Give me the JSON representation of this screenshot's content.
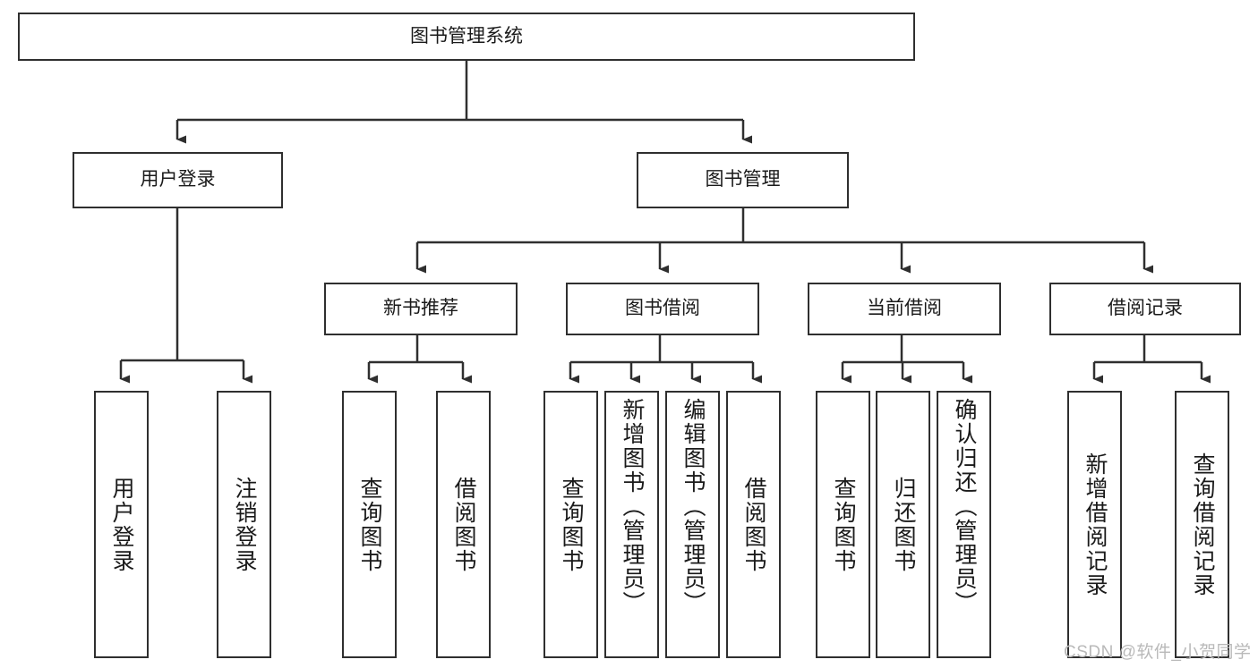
{
  "diagram": {
    "type": "tree-hierarchy",
    "title": "图书管理系统",
    "root": {
      "id": "root",
      "label": "图书管理系统"
    },
    "level2": [
      {
        "id": "user-login",
        "label": "用户登录"
      },
      {
        "id": "book-manage",
        "label": "图书管理"
      }
    ],
    "level3": [
      {
        "id": "new-book-rec",
        "label": "新书推荐",
        "parent": "book-manage"
      },
      {
        "id": "book-borrow",
        "label": "图书借阅",
        "parent": "book-manage"
      },
      {
        "id": "current-borrow",
        "label": "当前借阅",
        "parent": "book-manage"
      },
      {
        "id": "borrow-record",
        "label": "借阅记录",
        "parent": "book-manage"
      }
    ],
    "leaves": {
      "user-login": [
        {
          "id": "leaf-user-login",
          "label": "用户登录"
        },
        {
          "id": "leaf-logout",
          "label": "注销登录"
        }
      ],
      "new-book-rec": [
        {
          "id": "leaf-query-book-1",
          "label": "查询图书"
        },
        {
          "id": "leaf-borrow-book-1",
          "label": "借阅图书"
        }
      ],
      "book-borrow": [
        {
          "id": "leaf-query-book-2",
          "label": "查询图书"
        },
        {
          "id": "leaf-add-book",
          "label": "新增图书（管理员）"
        },
        {
          "id": "leaf-edit-book",
          "label": "编辑图书（管理员）"
        },
        {
          "id": "leaf-borrow-book-2",
          "label": "借阅图书"
        }
      ],
      "current-borrow": [
        {
          "id": "leaf-query-book-3",
          "label": "查询图书"
        },
        {
          "id": "leaf-return-book",
          "label": "归还图书"
        },
        {
          "id": "leaf-confirm-return",
          "label": "确认归还（管理员）"
        }
      ],
      "borrow-record": [
        {
          "id": "leaf-add-record",
          "label": "新增借阅记录"
        },
        {
          "id": "leaf-query-record",
          "label": "查询借阅记录"
        }
      ]
    },
    "colors": {
      "border": "#2f2f2f",
      "background": "#ffffff",
      "text": "#1a1a1a",
      "watermark": "#b9b9b9"
    }
  },
  "watermark": {
    "text": "CSDN @软件_小贺同学"
  }
}
